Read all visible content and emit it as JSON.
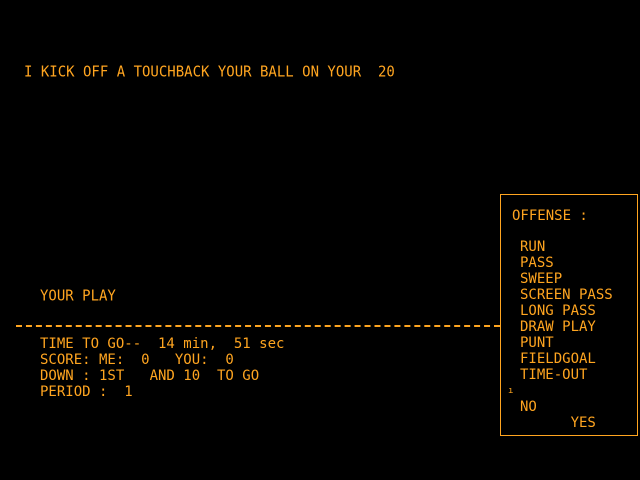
{
  "message": "I KICK OFF A TOUCHBACK YOUR BALL ON YOUR  20",
  "prompt": "YOUR PLAY",
  "status": {
    "time": "TIME TO GO--  14 min,  51 sec",
    "score": "SCORE: ME:  0   YOU:  0",
    "down": "DOWN : 1ST   AND 10  TO GO",
    "period": "PERIOD :  1"
  },
  "menu": {
    "title": "OFFENSE :",
    "items": [
      "RUN",
      "PASS",
      "SWEEP",
      "SCREEN PASS",
      "LONG PASS",
      "DRAW PLAY",
      "PUNT",
      "FIELDGOAL",
      "TIME-OUT",
      "YES",
      "NO"
    ],
    "cursor_glyph": "ı",
    "selected_item": "YES"
  },
  "colors": {
    "text": "#ffa520",
    "background": "#000000"
  }
}
